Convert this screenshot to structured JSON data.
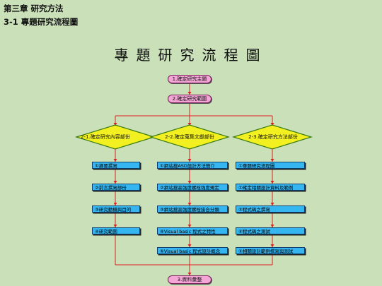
{
  "chapter_heading": "第三章 研究方法",
  "section_heading": "3-1 專題研究流程圖",
  "diagram": {
    "title": "專題研究流程圖",
    "step1": "1.確定研究主題",
    "step2": "2.確定研究範圍",
    "branches": [
      {
        "label": "2-1.確定研究內容部份",
        "items": [
          "①摘要撰寫",
          "②前言撰寫部份",
          "③研究動機與目的",
          "④研究範圍"
        ]
      },
      {
        "label": "2-2.確定蒐集文獻部份",
        "items": [
          "①網站搜ASD設計方法簡介",
          "②網站搜高強度螺栓強度規定",
          "③網站搜高強度螺栓接合分類",
          "④Visual basic 程式之特性",
          "⑤Visual basic 程式設計概念"
        ]
      },
      {
        "label": "2-3.確定研究方法部份",
        "items": [
          "①專題研究流程圖",
          "②確定相關設計資料及範例",
          "③程式碼之撰寫",
          "④程式碼之測試",
          "⑤相關設計範例撰寫與測試"
        ]
      }
    ],
    "step3": "3.資料彙整",
    "colors": {
      "background": "#c9e0b8",
      "connector": "#e02020",
      "diamond_fill": "#f2f020",
      "diamond_border": "#3a7a10",
      "item_fill": "#35b6f0",
      "terminal_fill": "#f4a6d6"
    }
  }
}
